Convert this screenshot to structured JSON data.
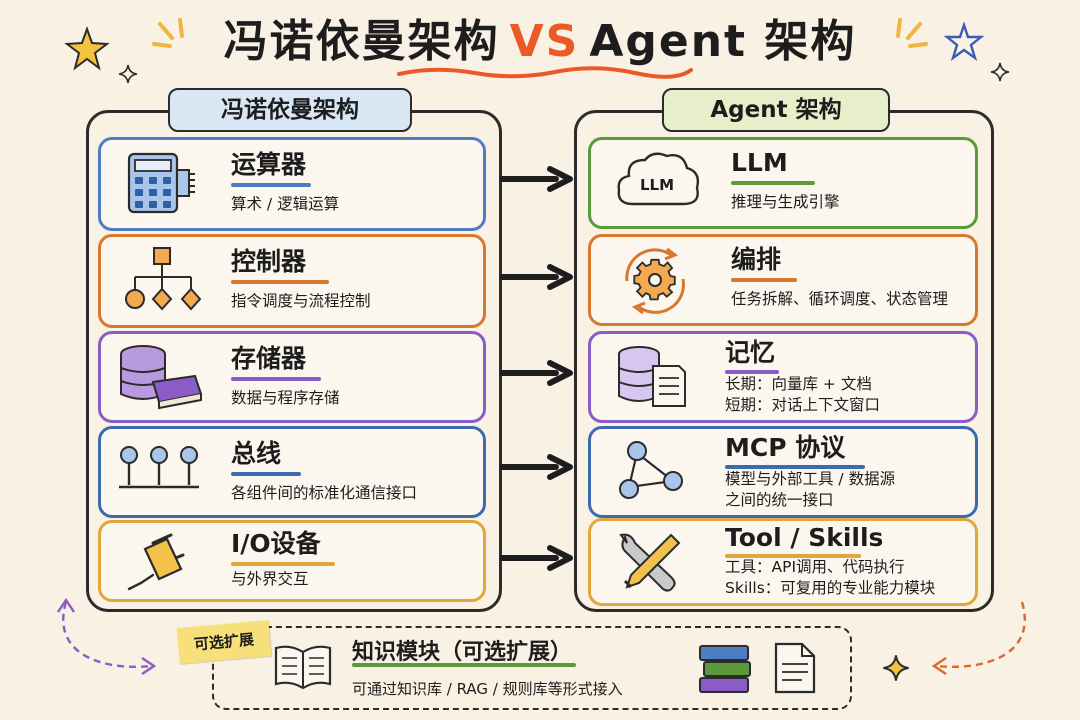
{
  "title": {
    "left": "冯诺依曼架构",
    "vs": "VS",
    "right": "Agent 架构"
  },
  "left_label": "冯诺依曼架构",
  "right_label": "Agent 架构",
  "left_cards": [
    {
      "title": "运算器",
      "desc": "算术 / 逻辑运算",
      "icon": "calculator-icon"
    },
    {
      "title": "控制器",
      "desc": "指令调度与流程控制",
      "icon": "flowchart-icon"
    },
    {
      "title": "存储器",
      "desc": "数据与程序存储",
      "icon": "database-icon"
    },
    {
      "title": "总线",
      "desc": "各组件间的标准化通信接口",
      "icon": "bus-icon"
    },
    {
      "title": "I/O设备",
      "desc": "与外界交互",
      "icon": "plug-icon"
    }
  ],
  "right_cards": [
    {
      "title": "LLM",
      "desc": "推理与生成引擎",
      "icon": "cloud-icon",
      "icon_text": "LLM"
    },
    {
      "title": "编排",
      "desc": "任务拆解、循环调度、状态管理",
      "icon": "gear-cycle-icon"
    },
    {
      "title": "记忆",
      "desc_lines": [
        "长期：向量库 + 文档",
        "短期：对话上下文窗口"
      ],
      "icon": "database-doc-icon"
    },
    {
      "title": "MCP 协议",
      "desc_lines": [
        "模型与外部工具 / 数据源",
        "之间的统一接口"
      ],
      "icon": "network-icon"
    },
    {
      "title": "Tool / Skills",
      "desc_lines": [
        "工具：API调用、代码执行",
        "Skills：可复用的专业能力模块"
      ],
      "icon": "tools-icon"
    }
  ],
  "knowledge": {
    "tag": "可选扩展",
    "title": "知识模块（可选扩展）",
    "desc": "可通过知识库 / RAG / 规则库等形式接入"
  },
  "colors": {
    "background": "#f8f1e4",
    "accent_vs": "#ea5a25",
    "blue": "#4d7dc2",
    "orange": "#d8782f",
    "purple": "#8b5cc7",
    "gold": "#e1a73a",
    "green": "#5a9a3c"
  }
}
